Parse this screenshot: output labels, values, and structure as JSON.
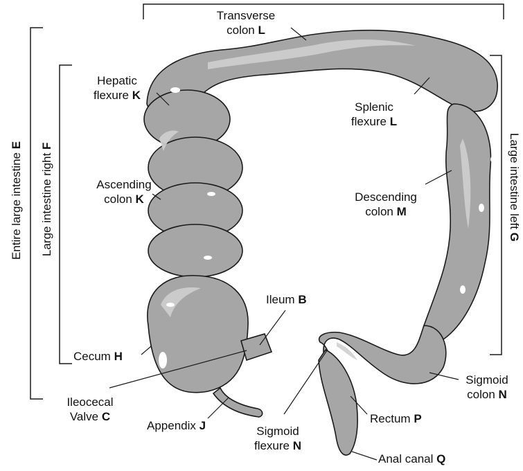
{
  "labels": {
    "transverse": {
      "line1": "Transverse",
      "line2": "colon",
      "letter": "L"
    },
    "hepatic": {
      "line1": "Hepatic",
      "line2": "flexure",
      "letter": "K"
    },
    "splenic": {
      "line1": "Splenic",
      "line2": "flexure",
      "letter": "L"
    },
    "ascending": {
      "line1": "Ascending",
      "line2": "colon",
      "letter": "K"
    },
    "descending": {
      "line1": "Descending",
      "line2": "colon",
      "letter": "M"
    },
    "ileum": {
      "text": "Ileum",
      "letter": "B"
    },
    "cecum": {
      "text": "Cecum",
      "letter": "H"
    },
    "ileocecal": {
      "line1": "Ileocecal",
      "line2": "Valve",
      "letter": "C"
    },
    "appendix": {
      "text": "Appendix",
      "letter": "J"
    },
    "sigmoid_flexure": {
      "line1": "Sigmoid",
      "line2": "flexure",
      "letter": "N"
    },
    "rectum": {
      "text": "Rectum",
      "letter": "P"
    },
    "sigmoid_colon": {
      "line1": "Sigmoid",
      "line2": "colon",
      "letter": "N"
    },
    "anal_canal": {
      "text": "Anal canal",
      "letter": "Q"
    }
  },
  "brackets": {
    "entire": {
      "text": "Entire large intestine",
      "letter": "E"
    },
    "right": {
      "text": "Large intestine right",
      "letter": "F"
    },
    "left": {
      "text": "Large intestine left",
      "letter": "G"
    }
  },
  "colors": {
    "colon_fill": "#a6a6a6",
    "colon_light": "#cfcfcf",
    "outline": "#1a1a1a",
    "text": "#111111"
  }
}
